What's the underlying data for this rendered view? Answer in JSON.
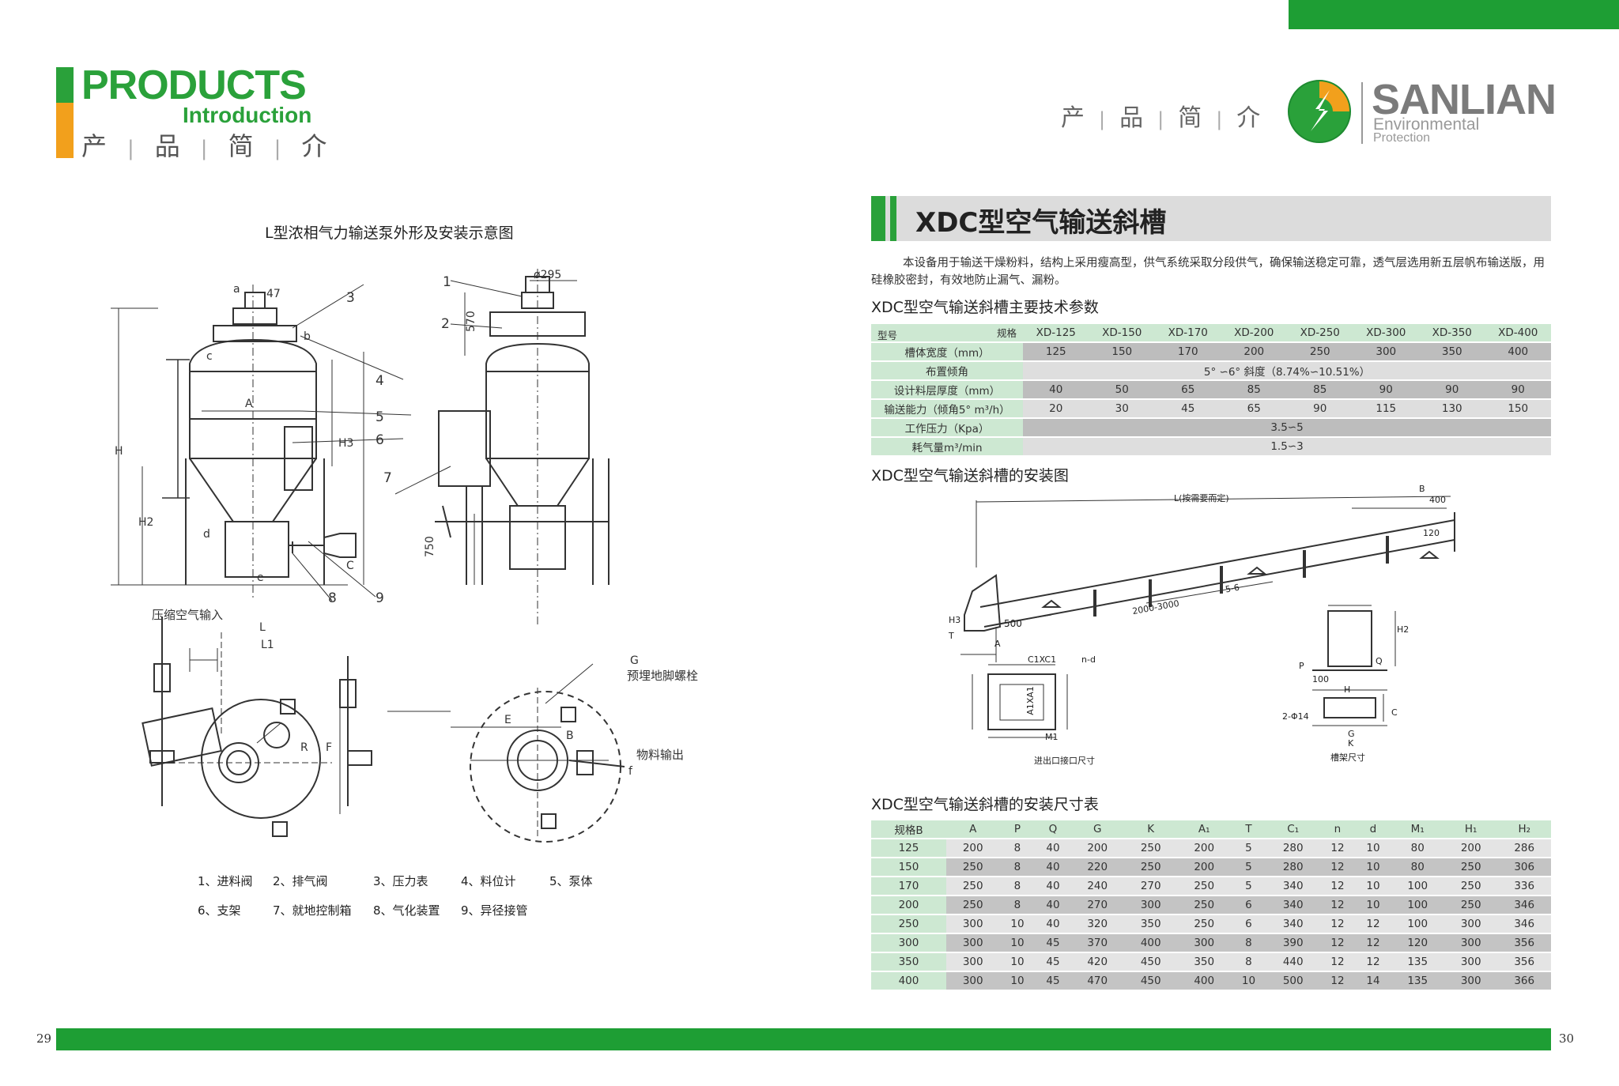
{
  "left_header": {
    "products": "PRODUCTS",
    "introduction": "Introduction",
    "cn": [
      "产",
      "品",
      "简",
      "介"
    ]
  },
  "right_header": {
    "cn": [
      "产",
      "品",
      "简",
      "介"
    ],
    "brand": "SANLIAN",
    "brand_sub1": "Environmental",
    "brand_sub2": "Protection"
  },
  "left_figure": {
    "title": "L型浓相气力输送泵外形及安装示意图",
    "labels": {
      "air_in": "压缩空气输入",
      "anchor": "预埋地脚螺栓",
      "out": "物料输出",
      "dim_47": "47",
      "dim_295": "ø295",
      "dim_570": "570",
      "dim_750": "750",
      "G": "G",
      "H": "H",
      "H2": "H2",
      "H3": "H3",
      "A": "A",
      "C": "C",
      "L": "L",
      "L1": "L1",
      "R": "R",
      "E": "E",
      "B": "B",
      "F": "F",
      "f": "f",
      "a": "a",
      "b": "b",
      "c": "c",
      "d": "d",
      "e": "e"
    },
    "callouts": [
      "1",
      "2",
      "3",
      "4",
      "5",
      "6",
      "7",
      "8",
      "9"
    ],
    "legend_row1": [
      "1、进料阀",
      "2、排气阀",
      "3、压力表",
      "4、料位计",
      "5、泵体"
    ],
    "legend_row2": [
      "6、支架",
      "7、就地控制箱",
      "8、气化装置",
      "9、异径接管"
    ]
  },
  "right": {
    "title": "XDC型空气输送斜槽",
    "description": "本设备用于输送干燥粉料，结构上采用瘦高型，供气系统采取分段供气，确保输送稳定可靠，透气层选用新五层帆布输送版，用硅橡胶密封，有效地防止漏气、漏粉。",
    "params_title": "XDC型空气输送斜槽主要技术参数",
    "params": {
      "corner_left": "型号",
      "corner_right": "规格",
      "models": [
        "XD-125",
        "XD-150",
        "XD-170",
        "XD-200",
        "XD-250",
        "XD-300",
        "XD-350",
        "XD-400"
      ],
      "rows": [
        {
          "label": "槽体宽度（mm）",
          "values": [
            "125",
            "150",
            "170",
            "200",
            "250",
            "300",
            "350",
            "400"
          ]
        },
        {
          "label": "布置倾角",
          "span": "5° ∽6° 斜度（8.74%∽10.51%）"
        },
        {
          "label": "设计料层厚度（mm）",
          "values": [
            "40",
            "50",
            "65",
            "85",
            "85",
            "90",
            "90",
            "90"
          ]
        },
        {
          "label": "输送能力（倾角5° m³/h）",
          "values": [
            "20",
            "30",
            "45",
            "65",
            "90",
            "115",
            "130",
            "150"
          ]
        },
        {
          "label": "工作压力（Kpa）",
          "span": "3.5∽5"
        },
        {
          "label": "耗气量m³/min",
          "span": "1.5∽3"
        }
      ]
    },
    "install_title": "XDC型空气输送斜槽的安装图",
    "install_labels": {
      "L": "L(按需要而定)",
      "B": "B",
      "d400": "400",
      "d120": "120",
      "d500": "500",
      "d2000": "2000-3000",
      "d56": "5-6",
      "A": "A",
      "T": "T",
      "H3": "H3",
      "C1": "C1XC1",
      "nd": "n-d",
      "A1": "A1XA1",
      "M1": "M1",
      "inlet": "进出口接口尺寸",
      "H2": "H2",
      "P": "P",
      "Q": "Q",
      "d100": "100",
      "H": "H",
      "d2": "2-Φ14",
      "G": "G",
      "K": "K",
      "Cc": "C",
      "frame": "槽架尺寸"
    },
    "dims_title": "XDC型空气输送斜槽的安装尺寸表",
    "dims": {
      "headers": [
        "规格B",
        "A",
        "P",
        "Q",
        "G",
        "K",
        "A₁",
        "T",
        "C₁",
        "n",
        "d",
        "M₁",
        "H₁",
        "H₂"
      ],
      "rows": [
        [
          "125",
          "200",
          "8",
          "40",
          "200",
          "250",
          "200",
          "5",
          "280",
          "12",
          "10",
          "80",
          "200",
          "286"
        ],
        [
          "150",
          "250",
          "8",
          "40",
          "220",
          "250",
          "200",
          "5",
          "280",
          "12",
          "10",
          "80",
          "250",
          "306"
        ],
        [
          "170",
          "250",
          "8",
          "40",
          "240",
          "270",
          "250",
          "5",
          "340",
          "12",
          "10",
          "100",
          "250",
          "336"
        ],
        [
          "200",
          "250",
          "8",
          "40",
          "270",
          "300",
          "250",
          "6",
          "340",
          "12",
          "10",
          "100",
          "250",
          "346"
        ],
        [
          "250",
          "300",
          "10",
          "40",
          "320",
          "350",
          "250",
          "6",
          "340",
          "12",
          "12",
          "100",
          "300",
          "346"
        ],
        [
          "300",
          "300",
          "10",
          "45",
          "370",
          "400",
          "300",
          "8",
          "390",
          "12",
          "12",
          "120",
          "300",
          "356"
        ],
        [
          "350",
          "300",
          "10",
          "45",
          "420",
          "450",
          "350",
          "8",
          "440",
          "12",
          "12",
          "135",
          "300",
          "356"
        ],
        [
          "400",
          "300",
          "10",
          "45",
          "470",
          "450",
          "400",
          "10",
          "500",
          "12",
          "14",
          "135",
          "300",
          "366"
        ]
      ]
    }
  },
  "page_left": "29",
  "page_right": "30",
  "colors": {
    "green": "#2aa13a",
    "orange": "#f2a01c",
    "header_cell": "#cde8d2"
  }
}
